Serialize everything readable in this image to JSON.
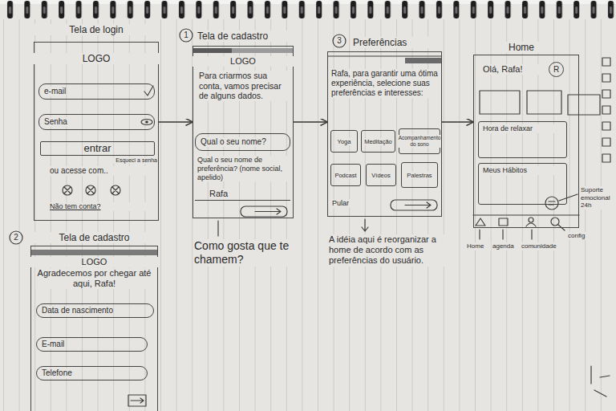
{
  "diagram": {
    "nodes": [
      {
        "text": [
          "Tela de login",
          "LOGO",
          "Esqueci a senha",
          "ou acesse com..",
          "Não tem conta?"
        ]
      },
      {
        "text": [
          "e-mail"
        ],
        "in": 0
      },
      {
        "text": [
          "Senha"
        ],
        "in": 0
      },
      {
        "text": [
          "entrar"
        ],
        "in": 0
      },
      {
        "text": [
          "Tela de cadastro",
          "LOGO",
          "Para criarmos sua conta, vamos precisar de alguns dados.",
          "Qual o seu nome de preferência? (nome social, apelido)"
        ]
      },
      {
        "text": [
          "Qual o seu nome?"
        ],
        "in": 4
      },
      {
        "text": [
          "Rafa"
        ],
        "in": 4
      },
      {
        "text": [
          "Preferências",
          "Rafa, para garantir uma ótima experiência, selecione suas preferências e interesses:",
          "Pular"
        ]
      },
      {
        "text": [
          "Yoga"
        ],
        "in": 7
      },
      {
        "text": [
          "Meditação"
        ],
        "in": 7
      },
      {
        "text": [
          "Acompanhamento do sono"
        ],
        "in": 7
      },
      {
        "text": [
          "Podcast"
        ],
        "in": 7
      },
      {
        "text": [
          "Vídeos"
        ],
        "in": 7
      },
      {
        "text": [
          "Palestras"
        ],
        "in": 7
      },
      {
        "text": [
          "Home",
          "Olá, Rafa!"
        ]
      },
      {
        "text": [
          "R"
        ],
        "in": 14
      },
      {
        "text": [
          "Hora de relaxar"
        ],
        "in": 14
      },
      {
        "text": [
          "Meus Hábitos"
        ],
        "in": 14
      },
      {
        "text": [
          "Tela de cadastro",
          "LOGO",
          "Agradecemos por chegar até aqui, Rafa!"
        ]
      },
      {
        "text": [
          "Data de nascimento"
        ],
        "in": 18
      },
      {
        "text": [
          "E-mail"
        ],
        "in": 18
      },
      {
        "text": [
          "Telefone"
        ],
        "in": 18
      }
    ],
    "edges": [
      {
        "from": 0,
        "to": 4,
        "arrow": "to"
      },
      {
        "from": 4,
        "to": 7,
        "arrow": "to"
      },
      {
        "from": 7,
        "to": 14,
        "arrow": "to"
      }
    ],
    "labels": [
      "1",
      "3",
      "Suporte emocional 24h",
      "config",
      "Home",
      "agenda",
      "comunidade",
      "2",
      "Como gosta que te chamem?",
      "A idéia aqui é reorganizar a home de acordo com as preferências do usuário."
    ]
  }
}
